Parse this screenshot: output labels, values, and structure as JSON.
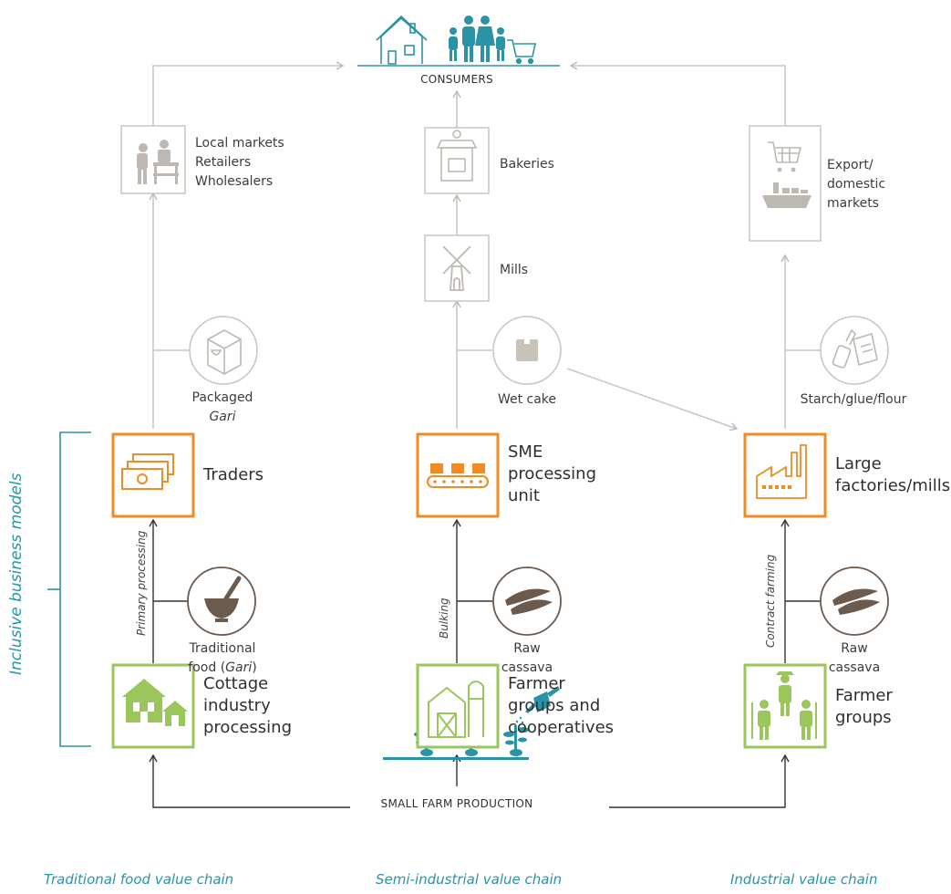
{
  "top": {
    "consumers": "CONSUMERS"
  },
  "bottom": {
    "production": "SMALL FARM PRODUCTION"
  },
  "side": {
    "inclusive": "Inclusive business models"
  },
  "chains": {
    "traditional": "Traditional food value chain",
    "semi": "Semi-industrial value chain",
    "industrial": "Industrial value chain"
  },
  "col1": {
    "market_l1": "Local markets",
    "market_l2": "Retailers",
    "market_l3": "Wholesalers",
    "packaged_l1": "Packaged",
    "packaged_l2": "Gari",
    "traders": "Traders",
    "primary": "Primary processing",
    "food_l1": "Traditional",
    "food_l2a": "food (",
    "food_l2b": "Gari",
    "food_l2c": ")",
    "cottage_l1": "Cottage",
    "cottage_l2": "industry",
    "cottage_l3": "processing"
  },
  "col2": {
    "bakeries": "Bakeries",
    "mills": "Mills",
    "wetcake": "Wet cake",
    "sme_l1": "SME",
    "sme_l2": "processing",
    "sme_l3": "unit",
    "bulking": "Bulking",
    "raw_l1": "Raw",
    "raw_l2": "cassava",
    "farmer_l1": "Farmer",
    "farmer_l2": "groups and",
    "farmer_l3": "cooperatives"
  },
  "col3": {
    "export_l1": "Export/",
    "export_l2": "domestic",
    "export_l3": "markets",
    "starch": "Starch/glue/flour",
    "large_l1": "Large",
    "large_l2": "factories/mills",
    "contract": "Contract farming",
    "raw_l1": "Raw",
    "raw_l2": "cassava",
    "farmer_l1": "Farmer",
    "farmer_l2": "groups"
  },
  "colors": {
    "orange": "#f08a24",
    "green": "#9ac65b",
    "teal": "#2a93a6",
    "gray_line": "#c9c5bf",
    "brown": "#6b5a4e"
  }
}
